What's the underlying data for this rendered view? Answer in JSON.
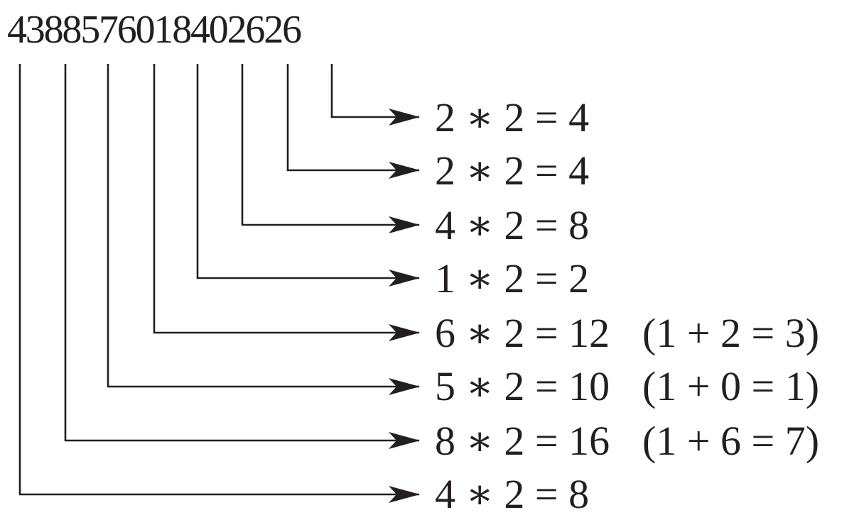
{
  "card_number": "4388576018402626",
  "steps": [
    {
      "equation": "2 ∗ 2 = 4",
      "digit_sum": ""
    },
    {
      "equation": "2 ∗ 2 = 4",
      "digit_sum": ""
    },
    {
      "equation": "4 ∗ 2 = 8",
      "digit_sum": ""
    },
    {
      "equation": "1 ∗ 2 = 2",
      "digit_sum": ""
    },
    {
      "equation": "6 ∗ 2 = 12",
      "digit_sum": "(1 + 2 = 3)"
    },
    {
      "equation": "5 ∗ 2 = 10",
      "digit_sum": "(1 + 0 = 1)"
    },
    {
      "equation": "8 ∗ 2 = 16",
      "digit_sum": "(1 + 6 = 7)"
    },
    {
      "equation": "4 ∗ 2 = 8",
      "digit_sum": ""
    }
  ],
  "colors": {
    "ink": "#231f20",
    "background": "#ffffff"
  }
}
